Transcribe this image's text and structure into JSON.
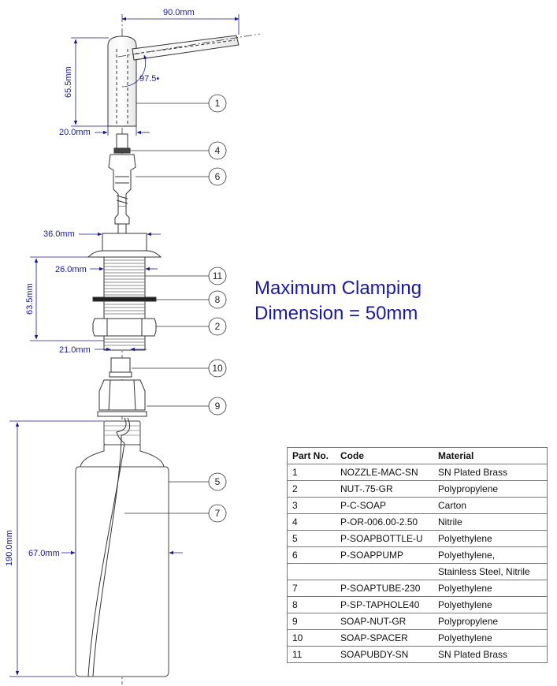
{
  "dimensions": {
    "nozzle_length": "90.0mm",
    "nozzle_height": "65.5mm",
    "nozzle_angle": "97.5•",
    "nozzle_diameter": "20.0mm",
    "flange_diameter": "36.0mm",
    "thread_diameter": "26.0mm",
    "body_length": "63.5mm",
    "bottom_diameter": "21.0mm",
    "bottle_height": "190.0mm",
    "bottle_diameter": "67.0mm"
  },
  "callouts": [
    "1",
    "4",
    "6",
    "11",
    "8",
    "2",
    "10",
    "9",
    "5",
    "7"
  ],
  "note": {
    "line1": "Maximum Clamping",
    "line2": "Dimension = 50mm"
  },
  "table": {
    "headers": [
      "Part No.",
      "Code",
      "Material"
    ],
    "rows": [
      [
        "1",
        "NOZZLE-MAC-SN",
        "SN Plated Brass"
      ],
      [
        "2",
        "NUT-.75-GR",
        "Polypropylene"
      ],
      [
        "3",
        "P-C-SOAP",
        "Carton"
      ],
      [
        "4",
        "P-OR-006.00-2.50",
        "Nitrile"
      ],
      [
        "5",
        "P-SOAPBOTTLE-U",
        "Polyethylene"
      ],
      [
        "6",
        "P-SOAPPUMP",
        "Polyethylene,"
      ],
      [
        "",
        "",
        "Stainless Steel, Nitrile"
      ],
      [
        "7",
        "P-SOAPTUBE-230",
        "Polyethylene"
      ],
      [
        "8",
        "P-SP-TAPHOLE40",
        "Polyethylene"
      ],
      [
        "9",
        "SOAP-NUT-GR",
        "Polypropylene"
      ],
      [
        "10",
        "SOAP-SPACER",
        "Polyethylene"
      ],
      [
        "11",
        "SOAPUBDY-SN",
        "SN Plated Brass"
      ]
    ]
  },
  "colors": {
    "dimension": "#1a1a8c",
    "outline": "#333333",
    "note": "#1a1aa0"
  }
}
